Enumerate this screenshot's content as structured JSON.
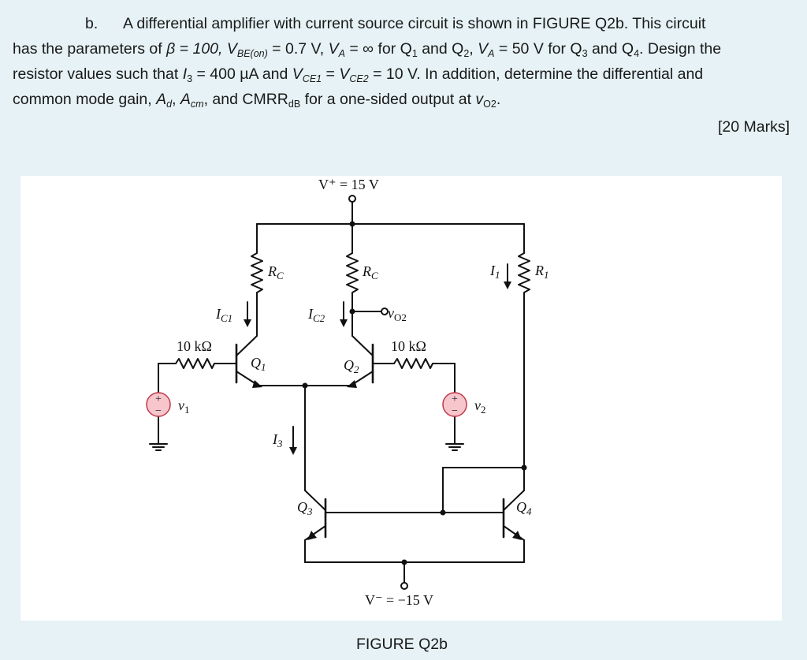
{
  "question": {
    "label": "b.",
    "line1_text": "A differential amplifier with current source circuit is shown in FIGURE Q2b. This circuit",
    "line2": {
      "a": "has the parameters of ",
      "beta": "β = 100, ",
      "vbe": "V",
      "vbe_sub": "BE(on)",
      "b": " = 0.7 V, ",
      "va": "V",
      "va_sub": "A",
      "c": " = ∞ for Q",
      "q1_sub": "1",
      "d": " and Q",
      "q2_sub": "2",
      "e": ", ",
      "va2": "V",
      "va2_sub": "A",
      "f": " = 50 V for Q",
      "q3_sub": "3",
      "g": " and Q",
      "q4_sub": "4",
      "h": ". Design the"
    },
    "line3": {
      "a": "resistor values such that  ",
      "i3": "I",
      "i3_sub": "3",
      "b": " = 400 µA and ",
      "vce1": "V",
      "vce1_sub": "CE1",
      "c": " = ",
      "vce2": "V",
      "vce2_sub": "CE2",
      "d": " = 10 V. In addition, determine the differential and"
    },
    "line4": {
      "a": "common mode gain, ",
      "ad": "A",
      "ad_sub": "d",
      "b": ", ",
      "acm": "A",
      "acm_sub": "cm",
      "c": ", and CMRR",
      "cmrr_sub": "dB",
      "d": " for a one-sided output at ",
      "vo2": "v",
      "vo2_sub": "O2",
      "e": "."
    },
    "marks": "[20 Marks]"
  },
  "figure": {
    "caption": "FIGURE Q2b",
    "labels": {
      "vplus": "V⁺ = 15 V",
      "vminus": "V⁻ = −15 V",
      "rc_left": "R",
      "rc_left_sub": "C",
      "rc_right": "R",
      "rc_right_sub": "C",
      "r1": "R",
      "r1_sub": "1",
      "i1": "I",
      "i1_sub": "1",
      "ic1": "I",
      "ic1_sub": "C1",
      "ic2": "I",
      "ic2_sub": "C2",
      "i3": "I",
      "i3_sub": "3",
      "vo2": "v",
      "vo2_sub": "O2",
      "r_left": "10 kΩ",
      "r_right": "10 kΩ",
      "q1": "Q",
      "q1_sub": "1",
      "q2": "Q",
      "q2_sub": "2",
      "q3": "Q",
      "q3_sub": "3",
      "q4": "Q",
      "q4_sub": "4",
      "v1": "v",
      "v1_sub": "1",
      "v2": "v",
      "v2_sub": "2",
      "plus": "+",
      "minus": "−"
    }
  }
}
